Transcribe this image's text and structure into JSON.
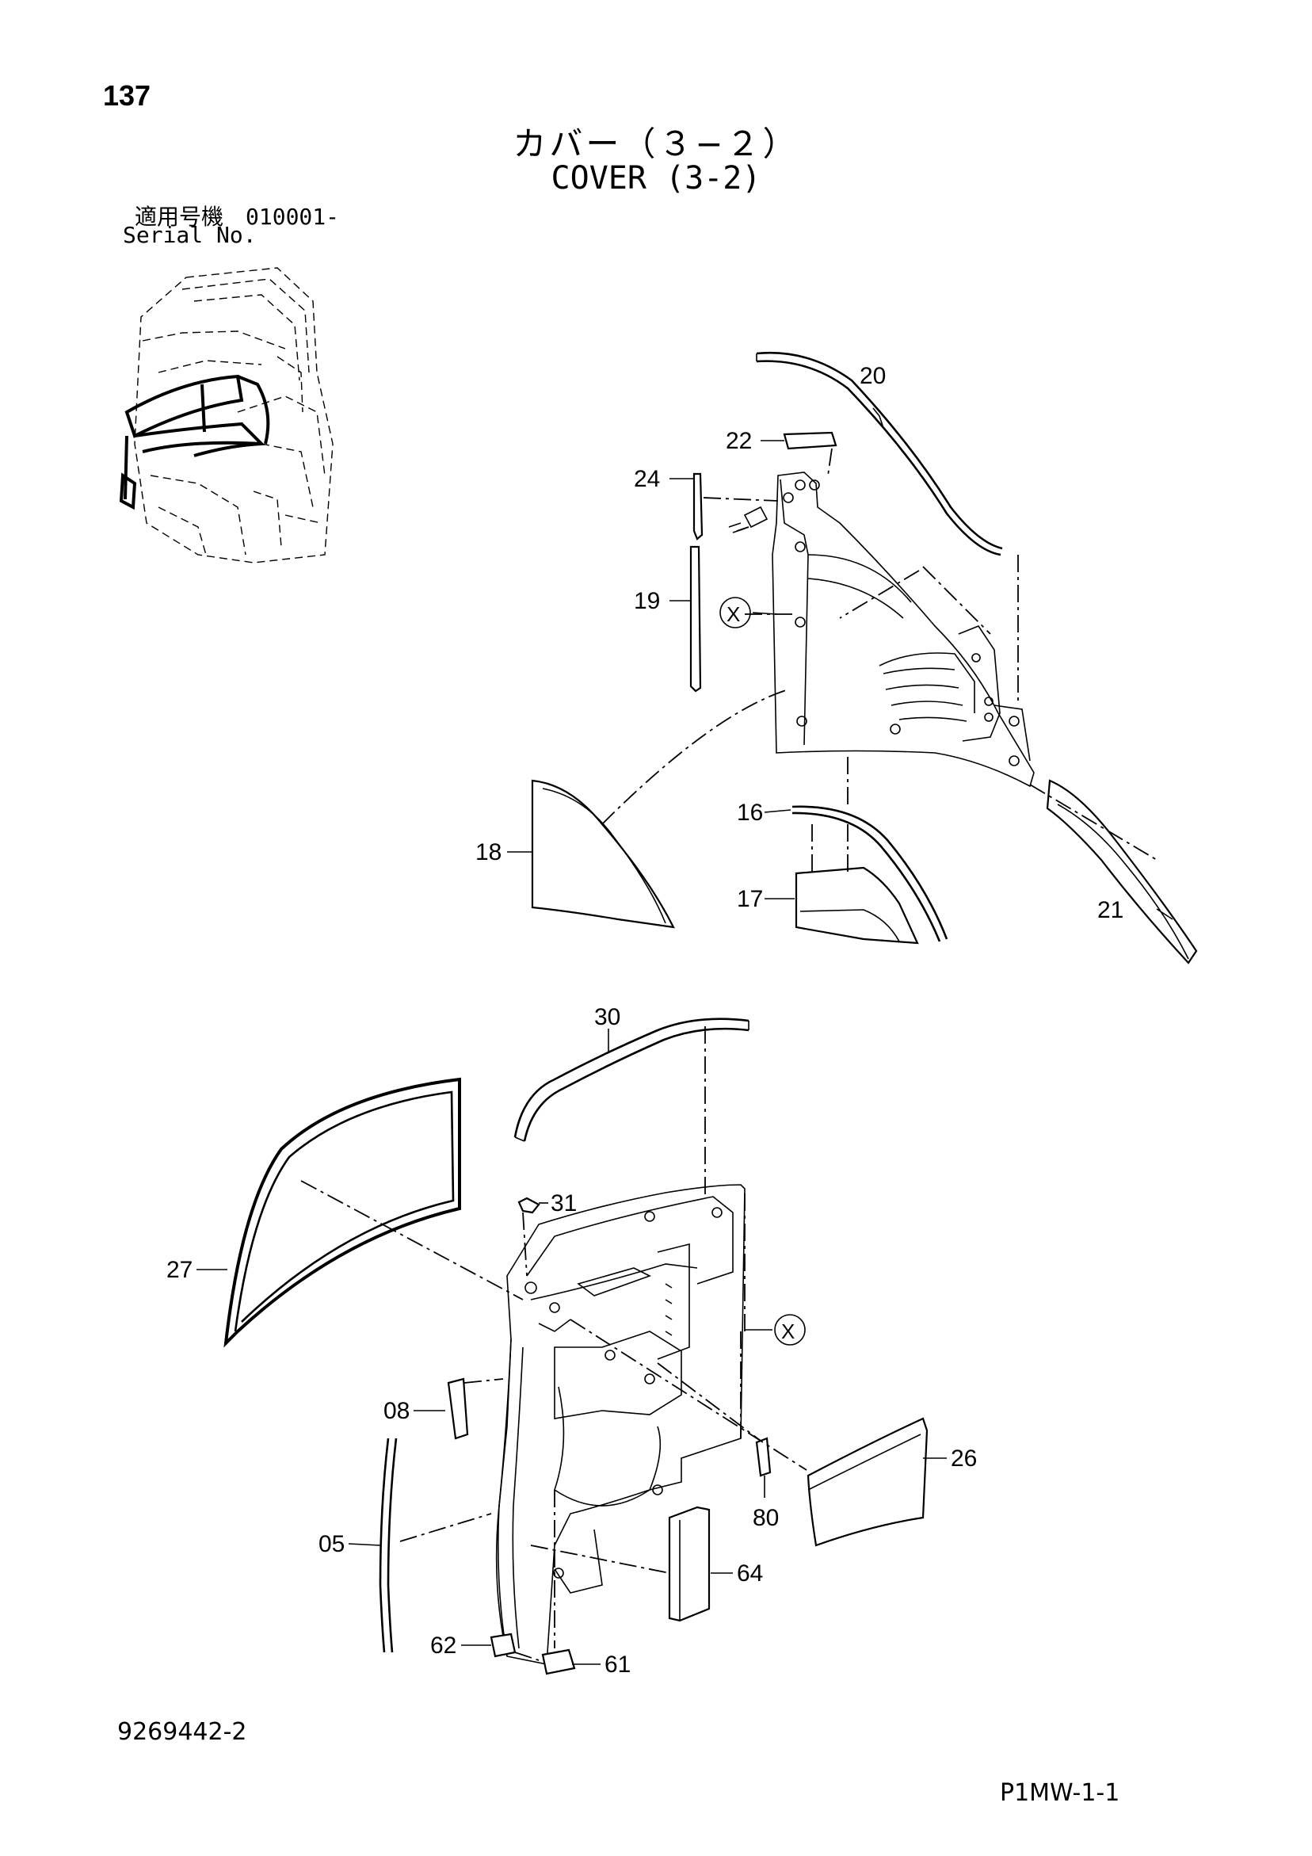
{
  "header": {
    "page_number": "137",
    "title_jp": "カバー（３−２）",
    "title_en": "COVER (3-2)",
    "serial_label_jp": "適用号機　010001-",
    "serial_label_en": "Serial No."
  },
  "footer": {
    "document_code": "9269442-2",
    "sheet_code": "P1MW-1-1"
  },
  "callouts": {
    "p20": "20",
    "p22": "22",
    "p24": "24",
    "p19": "19",
    "x_top": "X",
    "p16": "16",
    "p18": "18",
    "p17": "17",
    "p21": "21",
    "p30": "30",
    "p31": "31",
    "p27": "27",
    "x_bottom": "X",
    "p08": "08",
    "p26": "26",
    "p80": "80",
    "p05": "05",
    "p64": "64",
    "p62": "62",
    "p61": "61"
  }
}
